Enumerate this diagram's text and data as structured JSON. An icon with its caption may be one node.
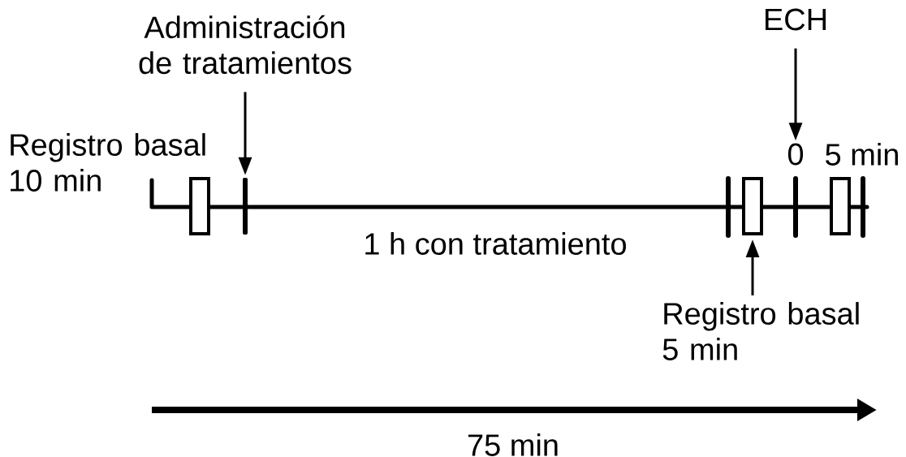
{
  "diagram": {
    "nodes": [
      {
        "text": [
          "Administración de tratamientos"
        ]
      },
      {
        "text": [],
        "shape": "box"
      },
      {
        "text": [],
        "shape": "bar"
      },
      {
        "text": [
          "ECH"
        ]
      },
      {
        "text": [
          "0"
        ]
      },
      {
        "text": [],
        "shape": "box"
      },
      {
        "text": [],
        "shape": "box"
      },
      {
        "text": [
          "Registro basal 5 min"
        ]
      }
    ],
    "edges": [
      {
        "from": 0,
        "to": 2,
        "arrow": "to"
      },
      {
        "from": 3,
        "to": 4,
        "arrow": "to"
      },
      {
        "from": 7,
        "to": 5,
        "arrow": "to"
      }
    ],
    "labels": [
      "Registro basal 10 min",
      "5 min",
      "1 h con tratamiento",
      "75 min"
    ]
  }
}
